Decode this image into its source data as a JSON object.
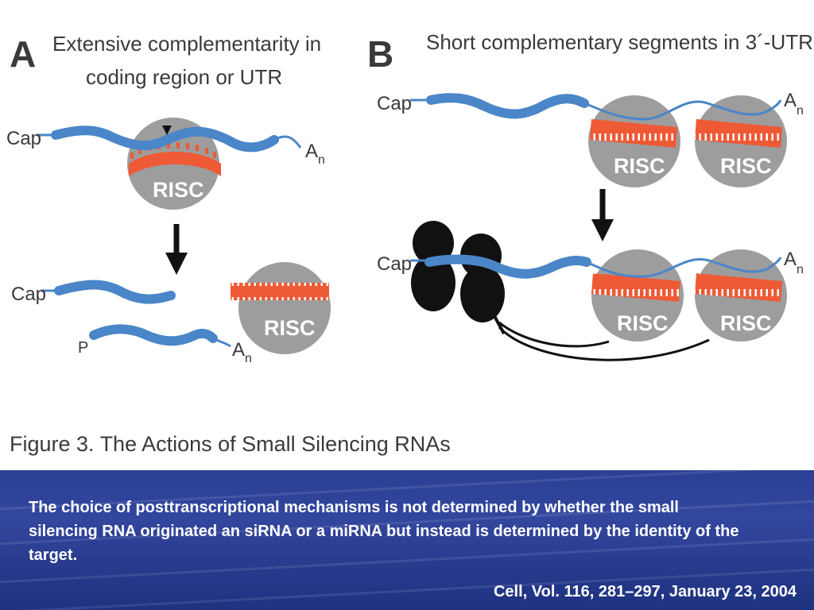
{
  "figure": {
    "panel_a": {
      "letter": "A",
      "heading_line1": "Extensive complementarity in",
      "heading_line2": "coding region or UTR",
      "cap_label": "Cap",
      "poly_a_label": "A",
      "poly_a_subscript": "n",
      "risc_label": "RISC",
      "phosphate_label": "P"
    },
    "panel_b": {
      "letter": "B",
      "heading": "Short complementary segments in 3´-UTR",
      "cap_label": "Cap",
      "poly_a_label": "A",
      "poly_a_subscript": "n",
      "risc_label": "RISC"
    },
    "figure_caption": "Figure 3.  The Actions of Small Silencing RNAs",
    "colors": {
      "mrna": "#4a86c8",
      "small_rna": "#ee5a36",
      "risc": "#9d9d9d",
      "ribosome": "#111111"
    }
  },
  "caption": {
    "text": "The choice of posttranscriptional mechanisms is not determined by whether the small silencing RNA originated an siRNA or a miRNA but instead is determined by the identity of the target.",
    "citation": "Cell, Vol. 116, 281–297, January 23, 2004"
  }
}
